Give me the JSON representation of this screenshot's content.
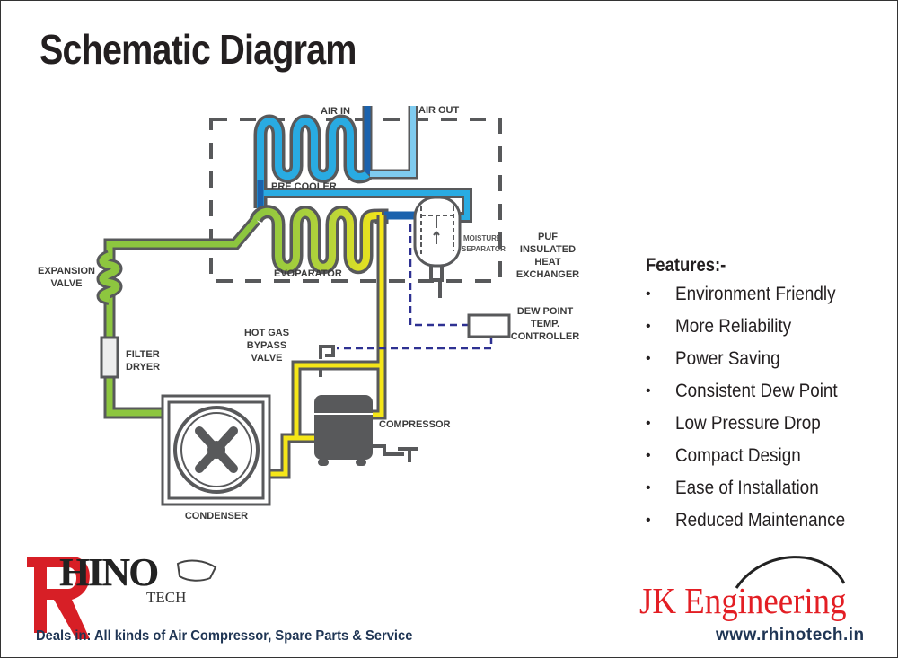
{
  "title": "Schematic Diagram",
  "diagram": {
    "labels": {
      "air_in": "AIR IN",
      "air_out": "AIR OUT",
      "pre_cooler": "PRE COOLER",
      "evaporator": "EVOPARATOR",
      "moisture_separator_1": "MOISTURE",
      "moisture_separator_2": "SEPARATOR",
      "puf_1": "PUF",
      "puf_2": "INSULATED",
      "puf_3": "HEAT",
      "puf_4": "EXCHANGER",
      "expansion_1": "EXPANSION",
      "expansion_2": "VALVE",
      "filter_1": "FILTER",
      "filter_2": "DRYER",
      "hot_gas_1": "HOT GAS",
      "hot_gas_2": "BYPASS",
      "hot_gas_3": "VALVE",
      "dew_1": "DEW POINT",
      "dew_2": "TEMP.",
      "dew_3": "CONTROLLER",
      "compressor": "COMPRESSOR",
      "condenser": "CONDENSER"
    },
    "colors": {
      "outline": "#58595b",
      "pre_cooler": "#29abe2",
      "dark_blue": "#1b62ad",
      "air_out": "#7fcbef",
      "refrigerant_liquid": "#8dc63f",
      "hot_gas": "#f5e618",
      "control_line": "#2e3192"
    }
  },
  "features": {
    "heading": "Features:-",
    "bullet": "•",
    "items": [
      "Environment Friendly",
      "More Reliability",
      "Power Saving",
      "Consistent Dew Point",
      "Low Pressure Drop",
      "Compact Design",
      "Ease of Installation",
      "Reduced Maintenance"
    ]
  },
  "footer": {
    "logo_hino": "HINO",
    "logo_tech": "TECH",
    "deals": "Deals in: All kinds of Air Compressor, Spare Parts & Service",
    "brand": "JK Engineering",
    "website": "www.rhinotech.in"
  }
}
